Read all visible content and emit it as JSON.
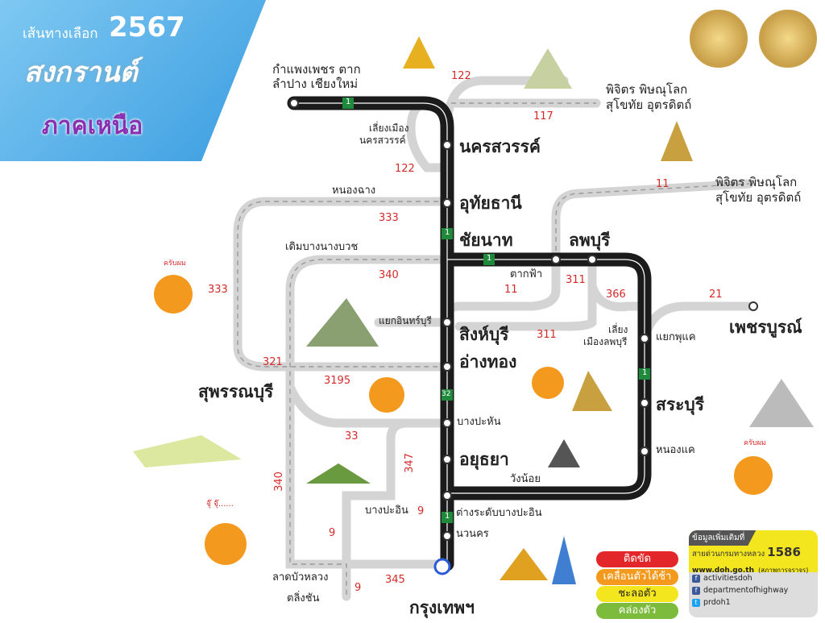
{
  "header": {
    "subtitle": "เส้นทางเลือก",
    "year": "2567",
    "festival": "สงกรานต์",
    "region": "ภาคเหนือ"
  },
  "places": {
    "kamphaeng": "กำแพงเพชร ตาก",
    "lampang": "ลำปาง เชียงใหม่",
    "phichit1": "พิจิตร พิษณุโลก",
    "sukhothai1": "สุโขทัย อุตรดิตถ์",
    "bypass_ns": "เลี่ยงเมือง",
    "bypass_ns2": "นครสวรรค์",
    "nakhonsawan": "นครสวรรค์",
    "phichit2": "พิจิตร พิษณุโลก",
    "sukhothai2": "สุโขทัย อุตรดิตถ์",
    "nongchang": "หนองฉาง",
    "uthai": "อุทัยธานี",
    "chainat": "ชัยนาท",
    "lopburi": "ลพบุรี",
    "doembang": "เดิมบางนางบวช",
    "takfa": "ตากฟ้า",
    "yaekinburi": "แยกอินทร์บุรี",
    "singburi": "สิงห์บุรี",
    "angthong": "อ่างทอง",
    "bypass_lb": "เลี่ยง",
    "bypass_lb2": "เมืองลพบุรี",
    "yaekphukhae": "แยกพุแค",
    "phetchabun": "เพชรบูรณ์",
    "suphan": "สุพรรณบุรี",
    "saraburi": "สระบุรี",
    "bangpahan": "บางปะหัน",
    "ayutthaya": "อยุธยา",
    "nongkhae": "หนองแค",
    "wangnoi": "วังน้อย",
    "bangpain": "บางปะอิน",
    "interchange": "ต่างระดับบางปะอิน",
    "nawanakorn": "นวนคร",
    "latbualuang": "ลาดบัวหลวง",
    "talingchan": "ตลิ่งชัน",
    "bangkok": "กรุงเทพฯ"
  },
  "route_numbers": {
    "r122a": "122",
    "r117": "117",
    "r122b": "122",
    "r11a": "11",
    "r333a": "333",
    "r340": "340",
    "r311a": "311",
    "r11b": "11",
    "r366": "366",
    "r21": "21",
    "r333b": "333",
    "r311b": "311",
    "r321": "321",
    "r3195": "3195",
    "r33": "33",
    "r347": "347",
    "r340b": "340",
    "r9a": "9",
    "r9b": "9",
    "r9c": "9",
    "r345": "345"
  },
  "shields": {
    "h1": "1",
    "h32": "32"
  },
  "mascot_text": {
    "greet1": "ครับผม",
    "greet2": "ครับผม",
    "laugh": "จุ๊ จุ๊......"
  },
  "legend": [
    {
      "label": "ติดขัด",
      "color": "#e3262a",
      "text": "#fff"
    },
    {
      "label": "เคลื่อนตัวได้ช้า",
      "color": "#f39a1e",
      "text": "#fff"
    },
    {
      "label": "ชะลอตัว",
      "color": "#f3e51e",
      "text": "#222"
    },
    {
      "label": "คล่องตัว",
      "color": "#7dbb3c",
      "text": "#fff"
    }
  ],
  "info": {
    "heading": "ข้อมูลเพิ่มเติมที่",
    "hotline_label": "สายด่วนกรมทางหลวง",
    "hotline": "1586",
    "website": "www.doh.go.th",
    "website_note": "(สภาพการจราจร)",
    "facebook1": "activitiesdoh",
    "facebook2": "departmentofhighway",
    "twitter": "prdoh1"
  }
}
